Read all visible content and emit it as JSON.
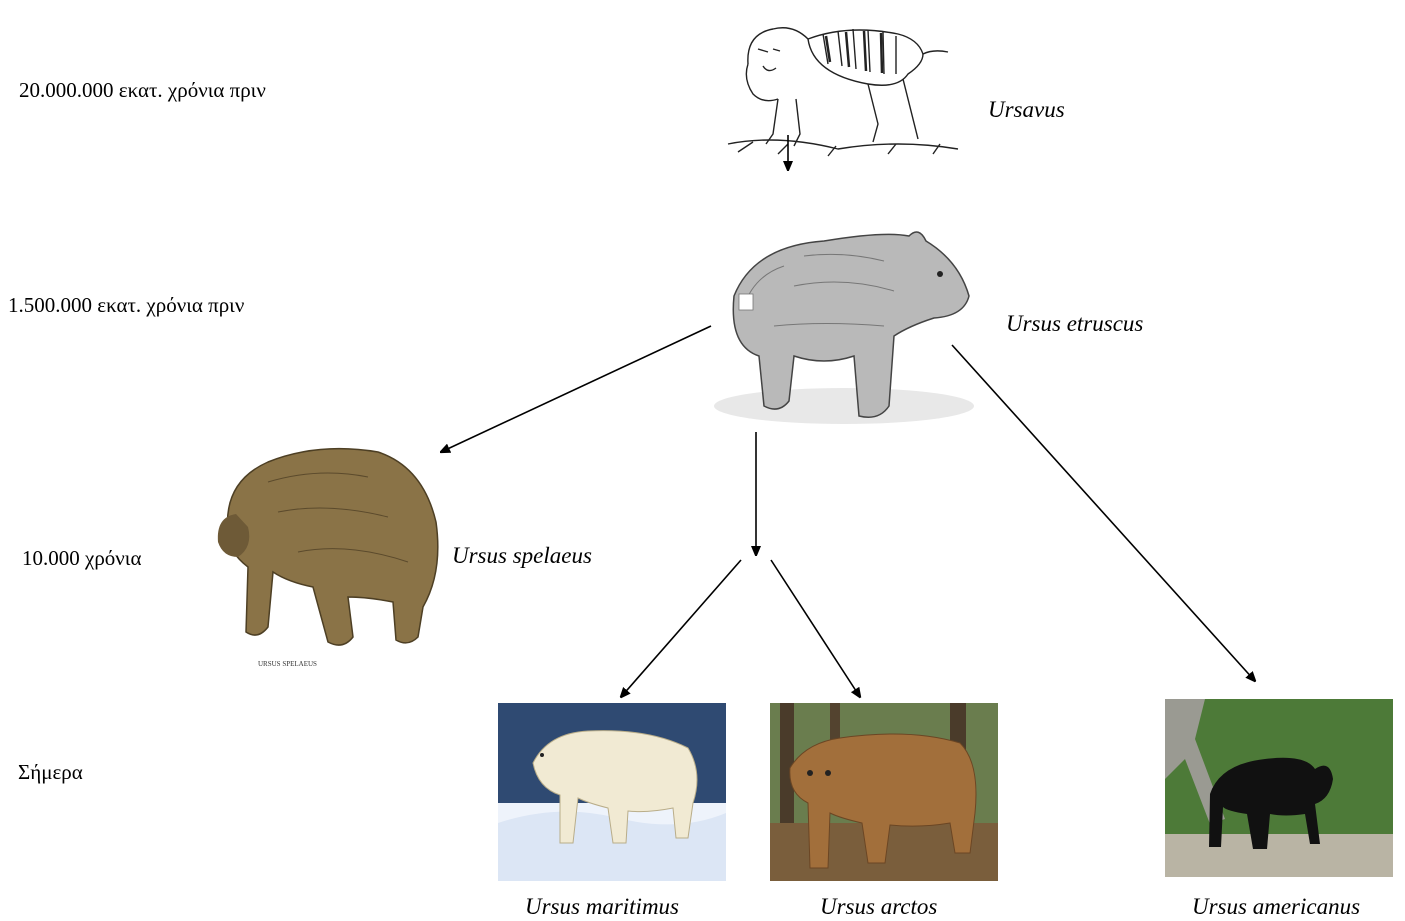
{
  "eras": {
    "e1": "20.000.000 εκατ. χρόνια πριν",
    "e2": "1.500.000 εκατ. χρόνια πριν",
    "e3": "10.000 χρόνια",
    "e4": "Σήμερα"
  },
  "species": {
    "ursavus": "Ursavus",
    "etruscus": "Ursus etruscus",
    "spelaeus": "Ursus spelaeus",
    "maritimus": "Ursus maritimus",
    "arctos": "Ursus arctos",
    "americanus": "Ursus americanus"
  },
  "pictures": {
    "spelaeus_caption": "URSUS SPELAEUS"
  },
  "colors": {
    "arrow": "#000000",
    "cave_bear": "#8a7347",
    "polar_bear": "#f1ead3",
    "brown_bear": "#a26f3b",
    "black_bear": "#111111",
    "forest": "#4d7a38",
    "snow": "#eef3fb"
  }
}
